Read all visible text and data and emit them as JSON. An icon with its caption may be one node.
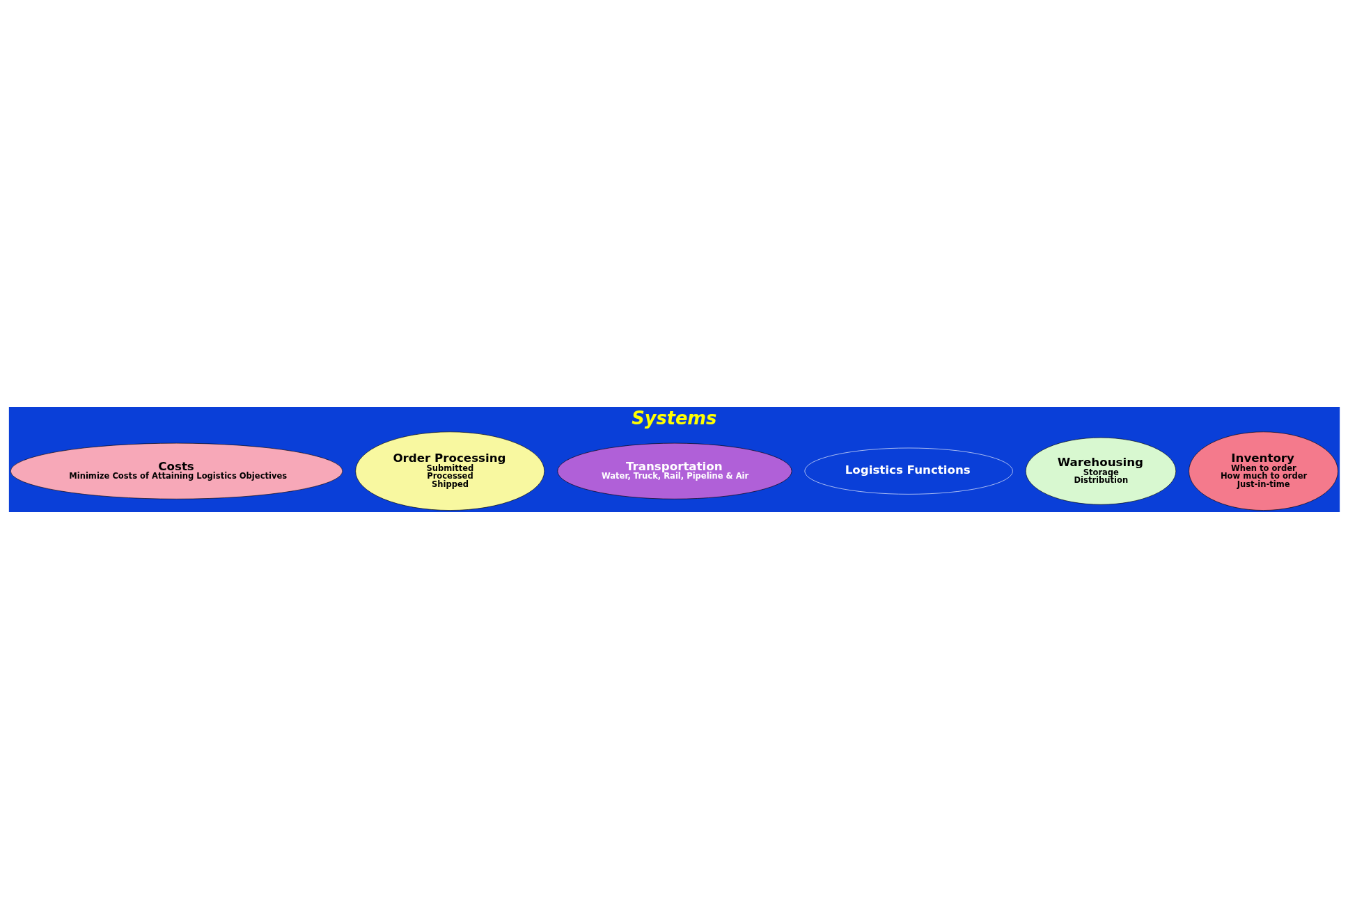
{
  "diagram": {
    "title": "Systems",
    "nodes": [
      {
        "text": [
          "Costs",
          "Minimize Costs of Attaining Logistics Objectives"
        ]
      },
      {
        "text": [
          "Order Processing",
          "Submitted",
          "Processed",
          "Shipped"
        ]
      },
      {
        "text": [
          "Transportation",
          "Water, Truck, Rail, Pipeline & Air"
        ]
      },
      {
        "text": [
          "Logistics Functions"
        ]
      },
      {
        "text": [
          "Warehousing",
          "Storage",
          "Distribution"
        ]
      },
      {
        "text": [
          "Inventory",
          "When to order",
          "How much to order",
          "Just-in-time"
        ]
      }
    ]
  }
}
